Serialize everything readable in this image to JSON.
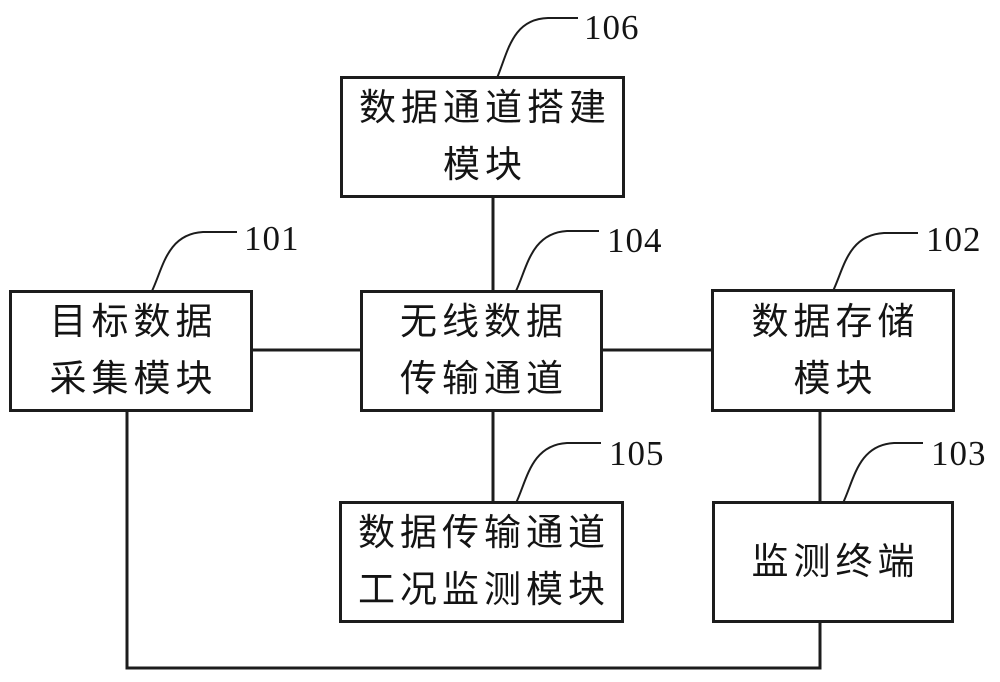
{
  "figure": {
    "type": "block-diagram",
    "boxes": [
      {
        "ref": "106",
        "label": "数据通道搭建\n模块"
      },
      {
        "ref": "101",
        "label": "目标数据\n采集模块"
      },
      {
        "ref": "104",
        "label": "无线数据\n传输通道"
      },
      {
        "ref": "102",
        "label": "数据存储\n模块"
      },
      {
        "ref": "105",
        "label": "数据传输通道\n工况监测模块"
      },
      {
        "ref": "103",
        "label": "监测终端"
      }
    ],
    "colors": {
      "line": "#1c1c1c",
      "text": "#141414",
      "background": "#ffffff"
    }
  }
}
